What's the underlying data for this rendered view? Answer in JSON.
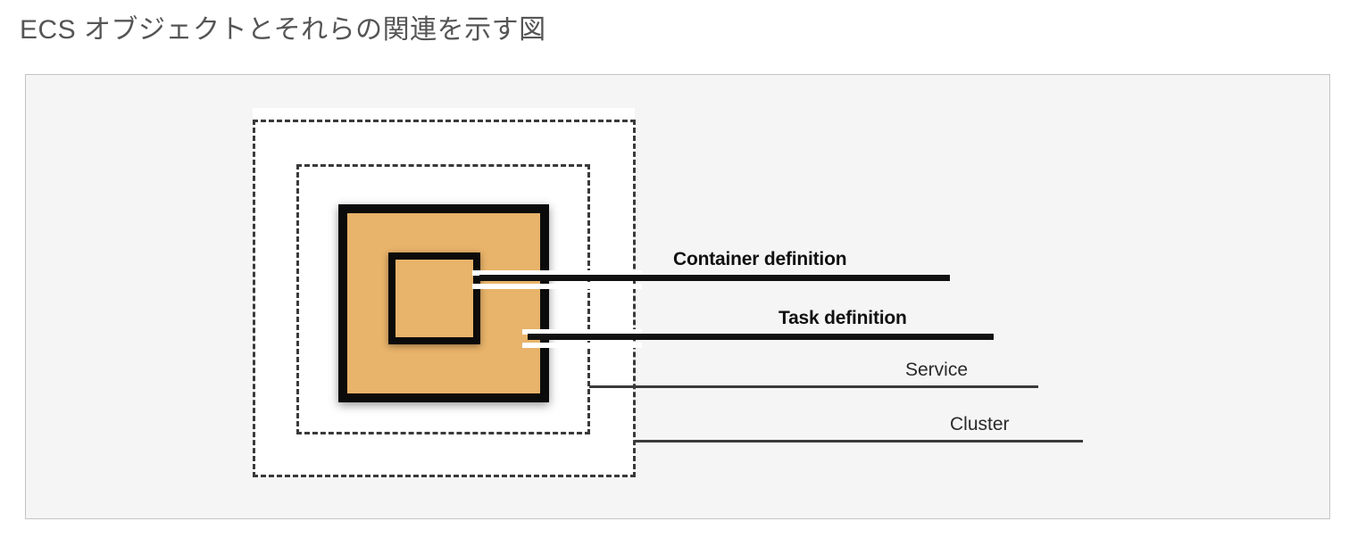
{
  "page": {
    "title": "ECS オブジェクトとそれらの関連を示す図"
  },
  "figure": {
    "background_color": "#f5f5f5",
    "border_color": "#c4c4c4",
    "canvas_color": "#ffffff",
    "accent_color": "#e8b36a",
    "stroke_color": "#111111",
    "dash_color": "#3a3a3a"
  },
  "diagram": {
    "type": "nested-containment",
    "description": "Nested boxes showing ECS object relationships",
    "nodes": [
      {
        "id": "container-definition",
        "label": "Container definition",
        "shape": "solid-box",
        "fill": "#e8b36a",
        "level": 1,
        "emphasis": "bold"
      },
      {
        "id": "task-definition",
        "label": "Task definition",
        "shape": "solid-box",
        "fill": "#e8b36a",
        "level": 2,
        "emphasis": "bold"
      },
      {
        "id": "service",
        "label": "Service",
        "shape": "dashed-box",
        "fill": "none",
        "level": 3,
        "emphasis": "plain"
      },
      {
        "id": "cluster",
        "label": "Cluster",
        "shape": "dashed-box",
        "fill": "none",
        "level": 4,
        "emphasis": "plain"
      }
    ],
    "containment": "Container definition ⊂ Task definition ⊂ Service ⊂ Cluster"
  }
}
